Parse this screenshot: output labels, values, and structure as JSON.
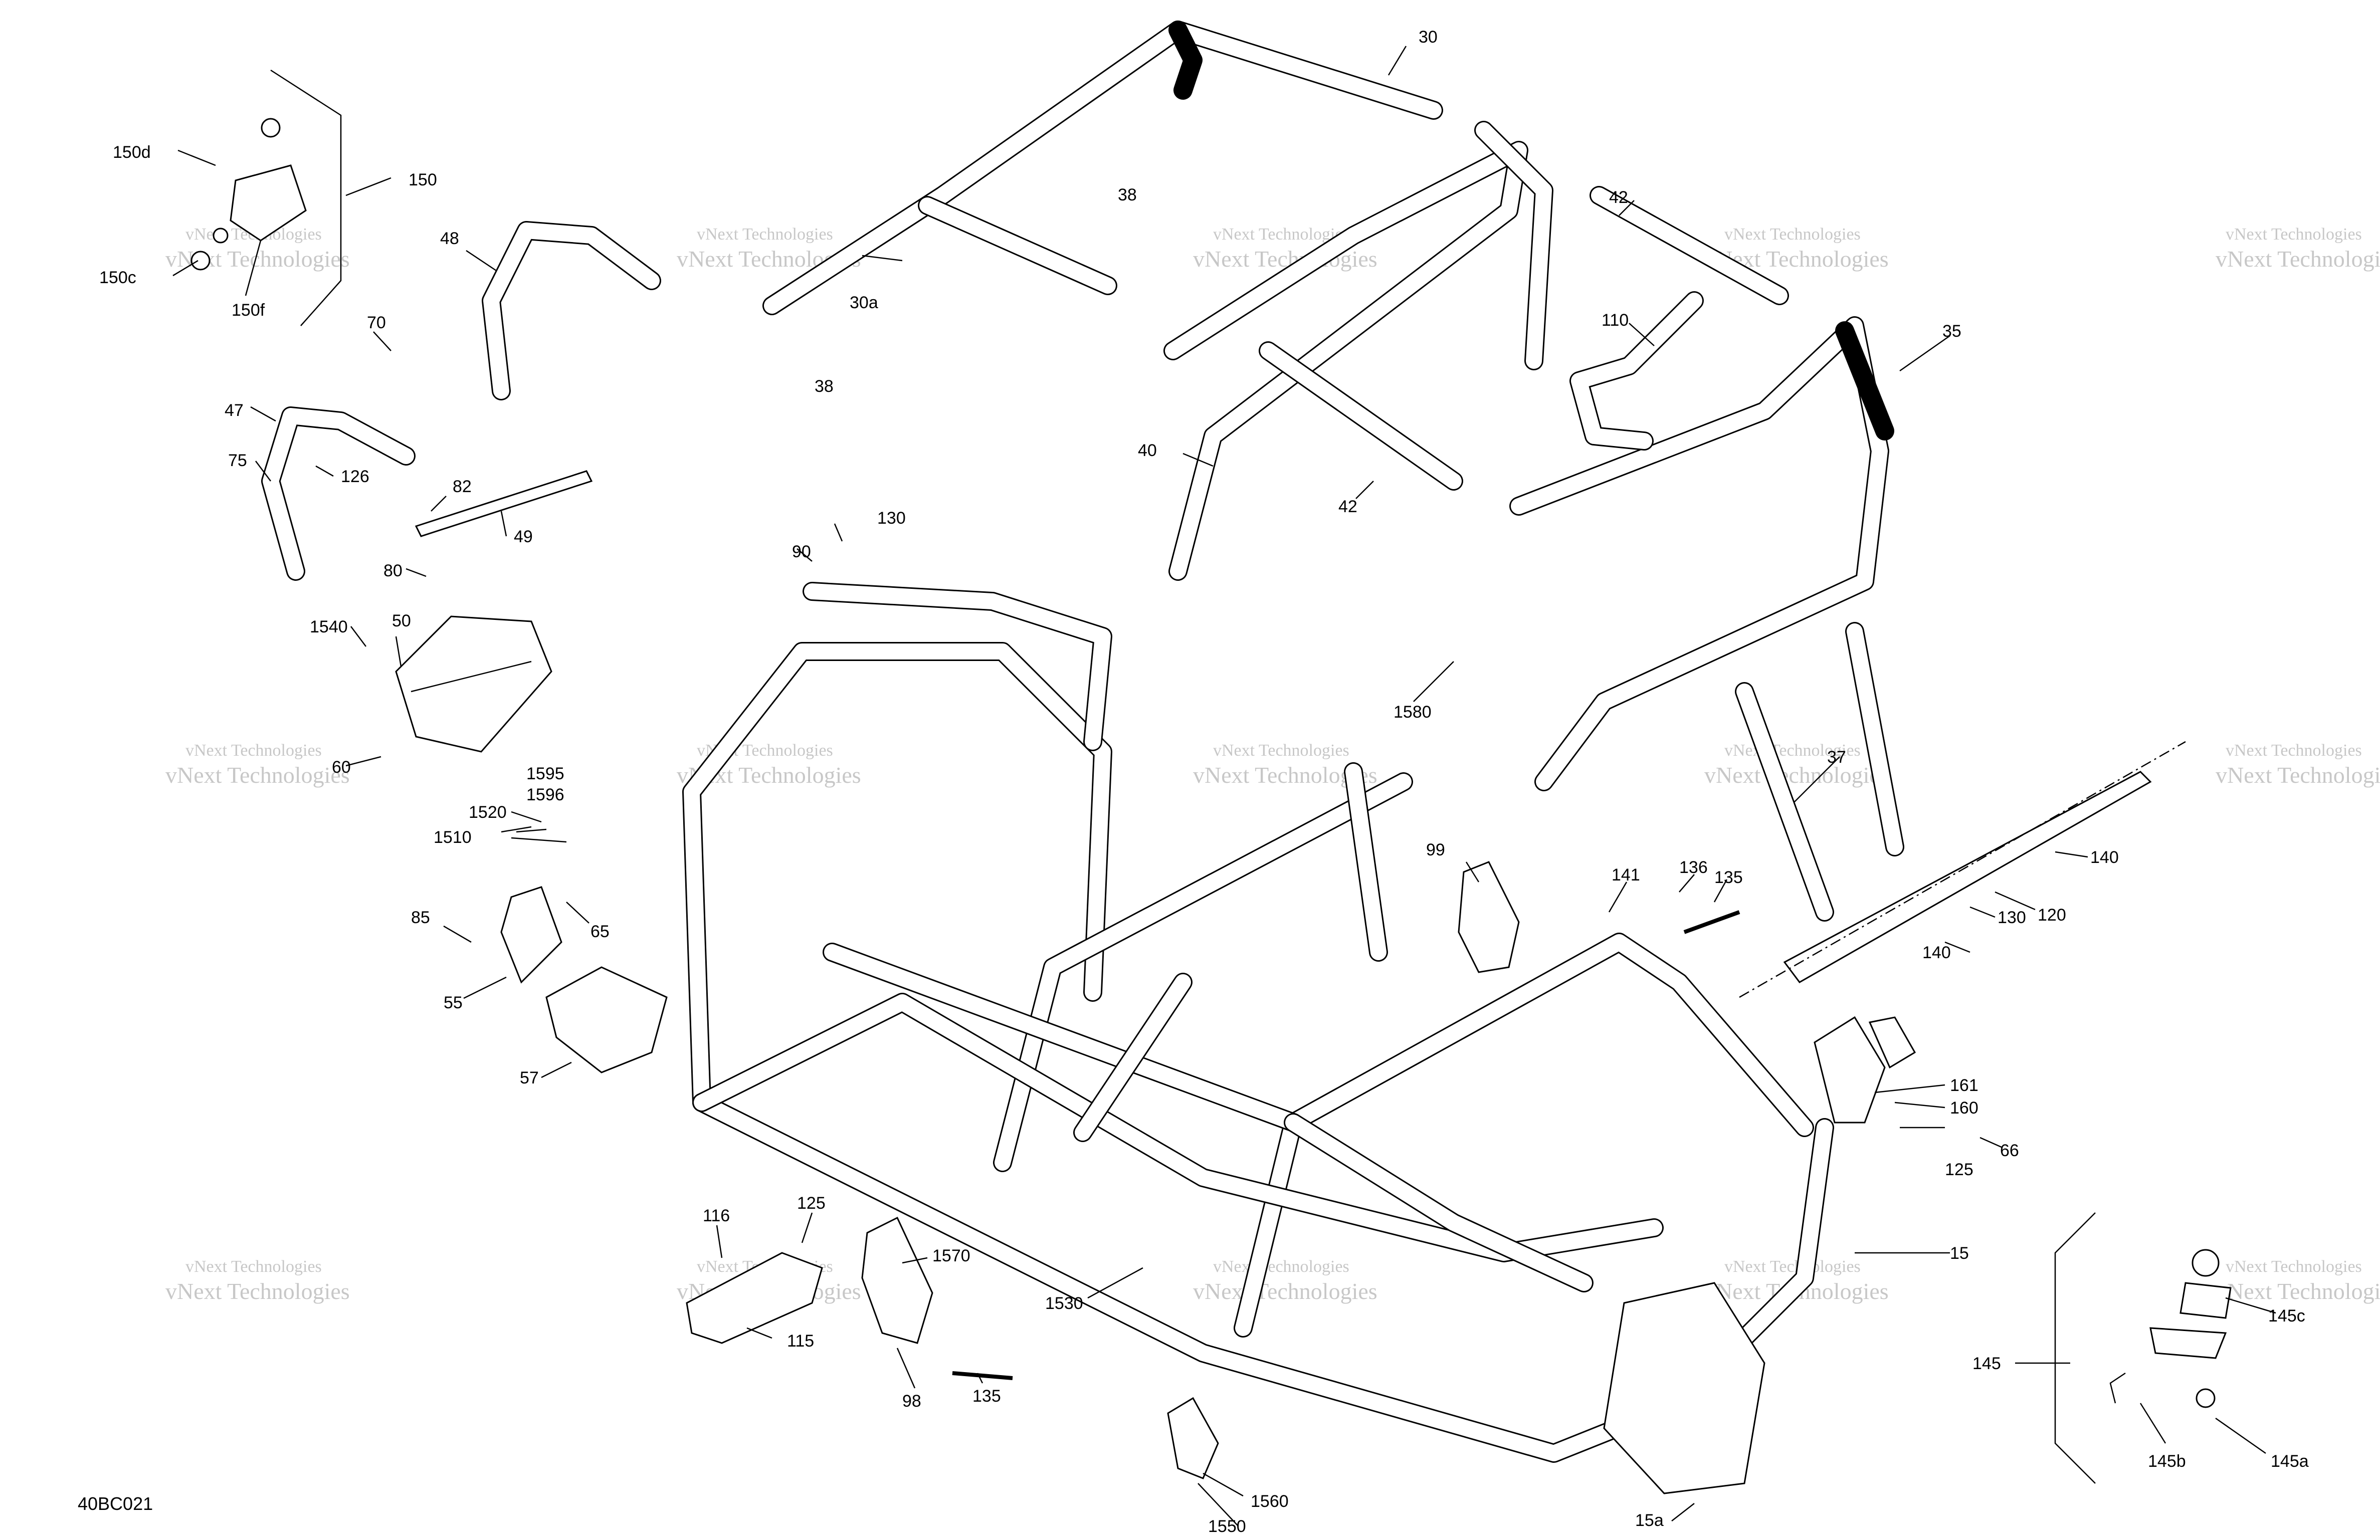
{
  "diagram": {
    "code": "40BC021",
    "watermark": "vNext Technologies",
    "part_labels": [
      "30",
      "38",
      "30a",
      "38",
      "150",
      "150d",
      "150c",
      "150f",
      "48",
      "70",
      "47",
      "75",
      "126",
      "82",
      "49",
      "80",
      "90",
      "130",
      "1540",
      "50",
      "60",
      "1595",
      "1596",
      "1520",
      "1510",
      "65",
      "85",
      "55",
      "57",
      "40",
      "42",
      "42",
      "110",
      "35",
      "1580",
      "37",
      "99",
      "141",
      "136",
      "135",
      "140",
      "130",
      "120",
      "140",
      "161",
      "160",
      "125",
      "66",
      "116",
      "125",
      "1570",
      "1530",
      "115",
      "98",
      "135",
      "15",
      "145",
      "145c",
      "145b",
      "145a",
      "1560",
      "1550",
      "15a"
    ]
  }
}
